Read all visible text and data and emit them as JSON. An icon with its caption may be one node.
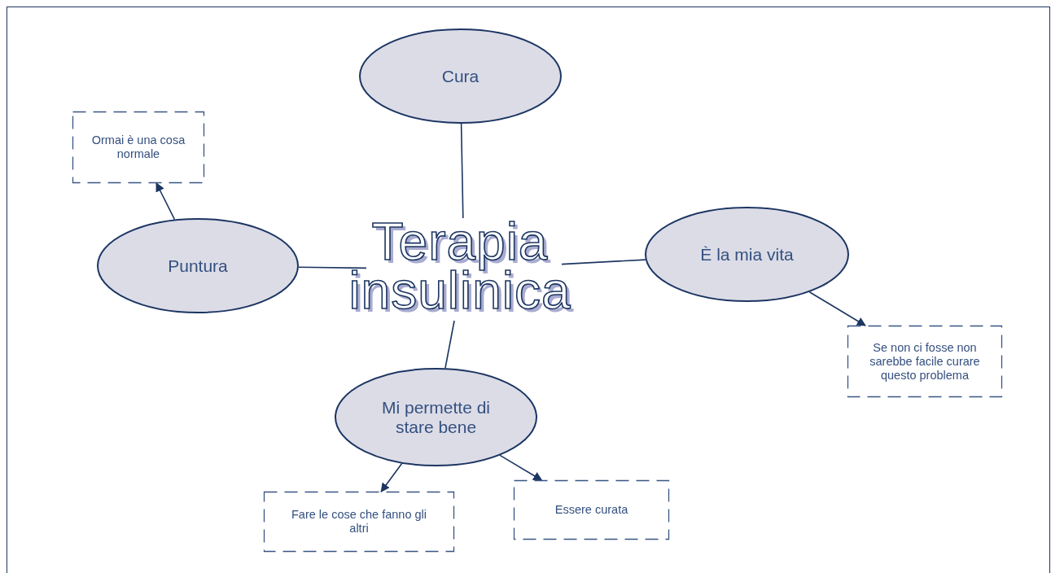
{
  "diagram": {
    "nodes": [
      {
        "text": [
          "Terapia insulinica"
        ]
      },
      {
        "text": [
          "Cura"
        ]
      },
      {
        "text": [
          "Ormai è una cosa normale"
        ]
      },
      {
        "text": [
          "Puntura"
        ]
      },
      {
        "text": [
          "È la mia vita"
        ]
      },
      {
        "text": [
          "Se non ci fosse non sarebbe facile curare questo problema"
        ]
      },
      {
        "text": [
          "Mi permette di stare bene"
        ]
      },
      {
        "text": [
          "Fare le cose che fanno gli altri"
        ]
      },
      {
        "text": [
          "Essere curata"
        ]
      }
    ],
    "edges": [
      {
        "from": 1,
        "to": 0,
        "arrow": "none"
      },
      {
        "from": 3,
        "to": 0,
        "arrow": "none"
      },
      {
        "from": 4,
        "to": 0,
        "arrow": "none"
      },
      {
        "from": 6,
        "to": 0,
        "arrow": "none"
      },
      {
        "from": 3,
        "to": 2,
        "arrow": "to"
      },
      {
        "from": 4,
        "to": 5,
        "arrow": "to"
      },
      {
        "from": 6,
        "to": 7,
        "arrow": "to"
      },
      {
        "from": 6,
        "to": 8,
        "arrow": "to"
      }
    ]
  }
}
